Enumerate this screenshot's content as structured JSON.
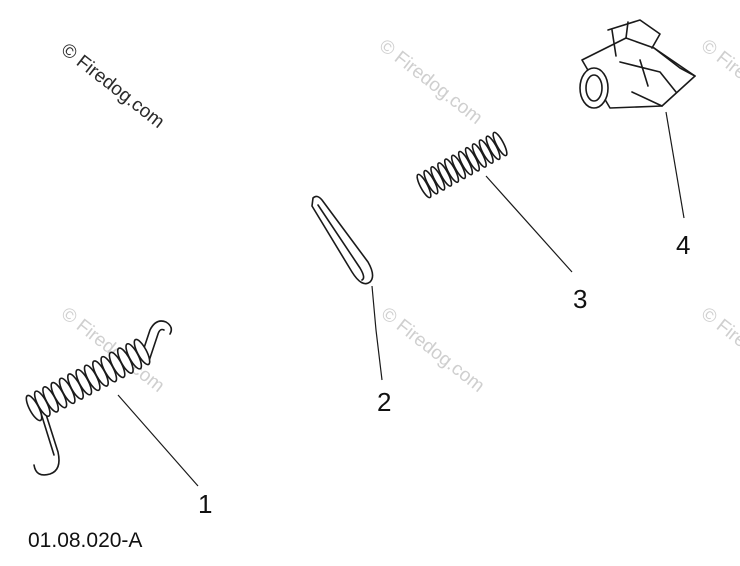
{
  "diagram": {
    "drawing_code": "01.08.020-A",
    "watermark_text": "© Firedog.com",
    "callouts": [
      {
        "label": "1"
      },
      {
        "label": "2"
      },
      {
        "label": "3"
      },
      {
        "label": "4"
      }
    ]
  }
}
